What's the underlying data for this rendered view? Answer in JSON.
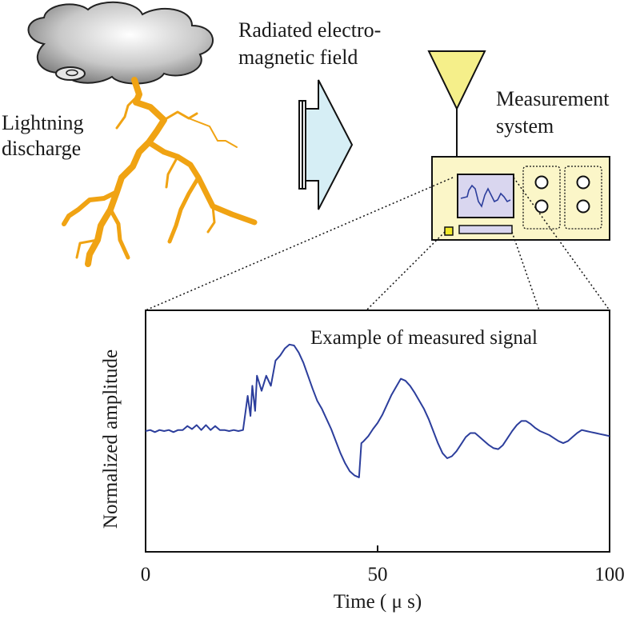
{
  "labels": {
    "lightning_line1": "Lightning",
    "lightning_line2": "discharge",
    "field_line1": "Radiated electro-",
    "field_line2": "magnetic field",
    "measurement_line1": "Measurement",
    "measurement_line2": "system",
    "signal_caption": "Example of measured signal"
  },
  "colors": {
    "lightning": "#f0a313",
    "antenna": "#f5ef8a",
    "device": "#fbf6c8",
    "screen": "#d9d6ef",
    "arrow": "#d6eef5",
    "signal": "#2c3e9c"
  },
  "chart_data": {
    "type": "line",
    "xlabel": "Time ( μ s)",
    "ylabel": "Normalized amplitude",
    "xlim": [
      0,
      100
    ],
    "ylim": [
      -1.2,
      1.2
    ],
    "xticks": [
      0,
      50,
      100
    ],
    "grid": false,
    "series": [
      {
        "values": [
          [
            0,
            0.0
          ],
          [
            1,
            0.01
          ],
          [
            2,
            -0.01
          ],
          [
            3,
            0.01
          ],
          [
            4,
            0.0
          ],
          [
            5,
            0.01
          ],
          [
            6,
            -0.01
          ],
          [
            7,
            0.01
          ],
          [
            8,
            0.01
          ],
          [
            9,
            0.05
          ],
          [
            10,
            0.02
          ],
          [
            11,
            0.06
          ],
          [
            12,
            0.01
          ],
          [
            13,
            0.06
          ],
          [
            14,
            0.01
          ],
          [
            15,
            0.05
          ],
          [
            16,
            0.01
          ],
          [
            17,
            0.01
          ],
          [
            18,
            0.0
          ],
          [
            19,
            0.01
          ],
          [
            20,
            0.0
          ],
          [
            21,
            0.01
          ],
          [
            22,
            0.35
          ],
          [
            22.6,
            0.15
          ],
          [
            23,
            0.45
          ],
          [
            23.6,
            0.2
          ],
          [
            24,
            0.55
          ],
          [
            25,
            0.4
          ],
          [
            26,
            0.55
          ],
          [
            27,
            0.45
          ],
          [
            28,
            0.7
          ],
          [
            29,
            0.75
          ],
          [
            30,
            0.82
          ],
          [
            31,
            0.86
          ],
          [
            32,
            0.85
          ],
          [
            33,
            0.78
          ],
          [
            34,
            0.68
          ],
          [
            35,
            0.55
          ],
          [
            36,
            0.42
          ],
          [
            37,
            0.3
          ],
          [
            38,
            0.22
          ],
          [
            39,
            0.12
          ],
          [
            40,
            0.02
          ],
          [
            41,
            -0.1
          ],
          [
            42,
            -0.22
          ],
          [
            43,
            -0.32
          ],
          [
            44,
            -0.4
          ],
          [
            45,
            -0.44
          ],
          [
            46,
            -0.46
          ],
          [
            46.5,
            -0.12
          ],
          [
            47,
            -0.1
          ],
          [
            48,
            -0.05
          ],
          [
            49,
            0.02
          ],
          [
            50,
            0.08
          ],
          [
            51,
            0.16
          ],
          [
            52,
            0.26
          ],
          [
            53,
            0.36
          ],
          [
            54,
            0.44
          ],
          [
            55,
            0.52
          ],
          [
            56,
            0.5
          ],
          [
            57,
            0.45
          ],
          [
            58,
            0.38
          ],
          [
            59,
            0.3
          ],
          [
            60,
            0.22
          ],
          [
            61,
            0.12
          ],
          [
            62,
            0.0
          ],
          [
            63,
            -0.12
          ],
          [
            64,
            -0.22
          ],
          [
            65,
            -0.27
          ],
          [
            66,
            -0.25
          ],
          [
            67,
            -0.2
          ],
          [
            68,
            -0.13
          ],
          [
            69,
            -0.06
          ],
          [
            70,
            -0.02
          ],
          [
            71,
            -0.02
          ],
          [
            72,
            -0.06
          ],
          [
            73,
            -0.1
          ],
          [
            74,
            -0.14
          ],
          [
            75,
            -0.17
          ],
          [
            76,
            -0.18
          ],
          [
            77,
            -0.14
          ],
          [
            78,
            -0.07
          ],
          [
            79,
            0.0
          ],
          [
            80,
            0.06
          ],
          [
            81,
            0.1
          ],
          [
            82,
            0.1
          ],
          [
            83,
            0.07
          ],
          [
            84,
            0.03
          ],
          [
            85,
            0.0
          ],
          [
            86,
            -0.02
          ],
          [
            87,
            -0.04
          ],
          [
            88,
            -0.07
          ],
          [
            89,
            -0.1
          ],
          [
            90,
            -0.12
          ],
          [
            91,
            -0.1
          ],
          [
            92,
            -0.06
          ],
          [
            93,
            -0.02
          ],
          [
            94,
            0.01
          ],
          [
            95,
            0.0
          ],
          [
            96,
            -0.01
          ],
          [
            97,
            -0.02
          ],
          [
            98,
            -0.03
          ],
          [
            99,
            -0.04
          ],
          [
            100,
            -0.05
          ]
        ]
      }
    ]
  }
}
